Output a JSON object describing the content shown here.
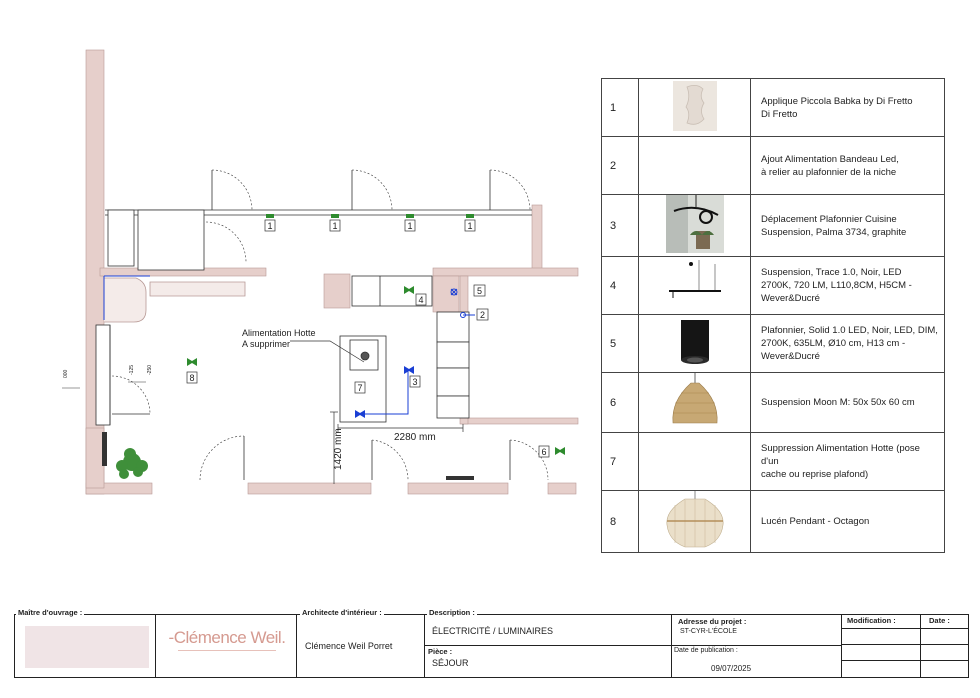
{
  "plan": {
    "tags": [
      {
        "id": "tag-1a",
        "text": "1"
      },
      {
        "id": "tag-1b",
        "text": "1"
      },
      {
        "id": "tag-1c",
        "text": "1"
      },
      {
        "id": "tag-1d",
        "text": "1"
      },
      {
        "id": "tag-2",
        "text": "2"
      },
      {
        "id": "tag-3",
        "text": "3"
      },
      {
        "id": "tag-4",
        "text": "4"
      },
      {
        "id": "tag-5",
        "text": "5"
      },
      {
        "id": "tag-6",
        "text": "6"
      },
      {
        "id": "tag-7",
        "text": "7"
      },
      {
        "id": "tag-8",
        "text": "8"
      }
    ],
    "hood_note_line1": "Alimentation Hotte",
    "hood_note_line2": "A supprimer",
    "dim_width": "2280 mm",
    "dim_height": "1420 mm",
    "small_dims": [
      "000",
      "-125",
      "-250"
    ]
  },
  "legend": [
    {
      "num": "1",
      "lines": [
        "Applique Piccola Babka by Di Fretto",
        "Di Fretto"
      ],
      "image": "wall-lamp-image"
    },
    {
      "num": "2",
      "lines": [
        "Ajout Alimentation Bandeau Led,",
        "à relier au plafonnier de la niche"
      ],
      "image": ""
    },
    {
      "num": "3",
      "lines": [
        "Déplacement Plafonnier Cuisine",
        "Suspension, Palma 3734, graphite"
      ],
      "image": "palma-suspension-image"
    },
    {
      "num": "4",
      "lines": [
        "Suspension, Trace 1.0, Noir, LED",
        "2700K, 720 LM, L110,8CM, H5CM -",
        "Wever&Ducré"
      ],
      "image": "trace-suspension-image"
    },
    {
      "num": "5",
      "lines": [
        "Plafonnier, Solid 1.0 LED, Noir, LED, DIM,",
        "2700K, 635LM, Ø10 cm, H13 cm -",
        "Wever&Ducré"
      ],
      "image": "solid-ceiling-image"
    },
    {
      "num": "6",
      "lines": [
        "Suspension Moon M: 50x 50x 60 cm"
      ],
      "image": "moon-pendant-image"
    },
    {
      "num": "7",
      "lines": [
        "Suppression Alimentation Hotte (pose d'un",
        "cache ou reprise plafond)"
      ],
      "image": ""
    },
    {
      "num": "8",
      "lines": [
        "Lucén Pendant - Octagon"
      ],
      "image": "lucen-pendant-image"
    }
  ],
  "titleblock": {
    "owner_label": "Maître d'ouvrage :",
    "architect_label": "Architecte d'intérieur :",
    "architect_name": "Clémence Weil Porret",
    "logo_text": "-Clémence Weil.",
    "description_label": "Description :",
    "description_value": "ÉLECTRICITÉ / LUMINAIRES",
    "room_label": "Pièce :",
    "room_value": "SÉJOUR",
    "address_label": "Adresse du projet :",
    "address_value": "ST-CYR-L'ÉCOLE",
    "pubdate_label": "Date de publication :",
    "pubdate_value": "09/07/2025",
    "modification_label": "Modification :",
    "date_label": "Date :"
  },
  "colors": {
    "wall": "#e6cfcb",
    "wall_stroke": "#b89a96",
    "blue": "#1a3fd4",
    "green": "#2e8b2e",
    "logo": "#d59a90"
  }
}
